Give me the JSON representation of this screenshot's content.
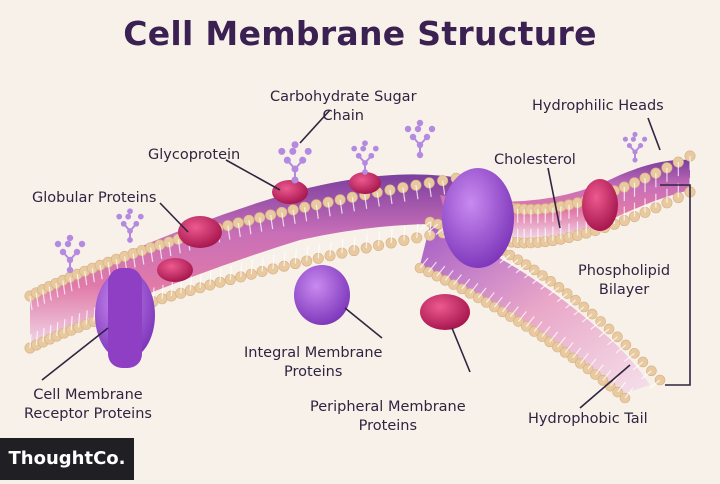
{
  "title": "Cell Membrane Structure",
  "labels": {
    "carbohydrate_line1": "Carbohydrate Sugar",
    "carbohydrate_line2": "Chain",
    "hydrophilic_heads": "Hydrophilic Heads",
    "glycoprotein": "Glycoprotein",
    "cholesterol": "Cholesterol",
    "globular_proteins": "Globular Proteins",
    "phospholipid_line1": "Phospholipid",
    "phospholipid_line2": "Bilayer",
    "integral_line1": "Integral Membrane",
    "integral_line2": "Proteins",
    "receptor_line1": "Cell Membrane",
    "receptor_line2": "Receptor Proteins",
    "peripheral_line1": "Peripheral Membrane",
    "peripheral_line2": "Proteins",
    "hydrophobic_tail": "Hydrophobic Tail"
  },
  "logo": "ThoughtCo.",
  "colors": {
    "title": "#3a2152",
    "text": "#2e2540",
    "head": "#e8c9a0",
    "tail_light": "#e9c7e3",
    "tail_pink": "#e07aa8",
    "tail_purple": "#7b3f9e",
    "protein_purple": "#9b4fd1",
    "protein_magenta": "#c2185b",
    "sugar": "#b38ae0",
    "background": "#f7f1ea"
  }
}
